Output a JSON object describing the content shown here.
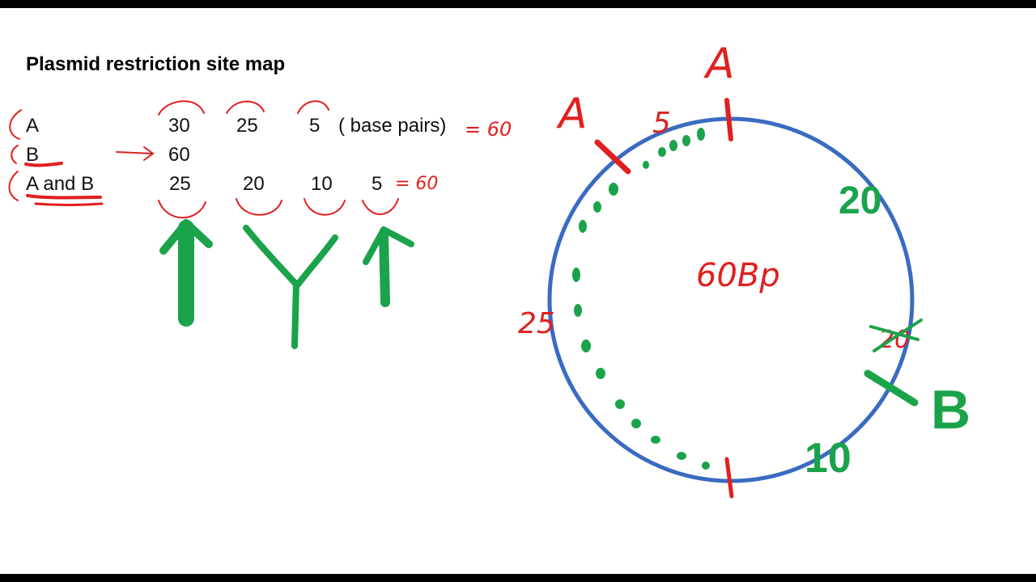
{
  "title": "Plasmid restriction site map",
  "table": {
    "rows": [
      {
        "label": "A",
        "fragments": [
          "30",
          "25",
          "5"
        ],
        "suffix": "( base pairs)",
        "sum_note": "= 60"
      },
      {
        "label": "B",
        "fragments": [
          "60"
        ]
      },
      {
        "label": "A and B",
        "fragments": [
          "25",
          "20",
          "10",
          "5"
        ],
        "sum_note": "= 60"
      }
    ]
  },
  "plasmid": {
    "center_label": "60Bp",
    "size_bp": 60,
    "site_labels": [
      "A",
      "A",
      "B"
    ],
    "segment_labels": [
      "5",
      "20",
      "25",
      "10"
    ],
    "crossed_label": "20"
  },
  "colors": {
    "circle": "#3a6bc0",
    "red_ink": "#e0201f",
    "green_ink": "#1aa34a"
  }
}
